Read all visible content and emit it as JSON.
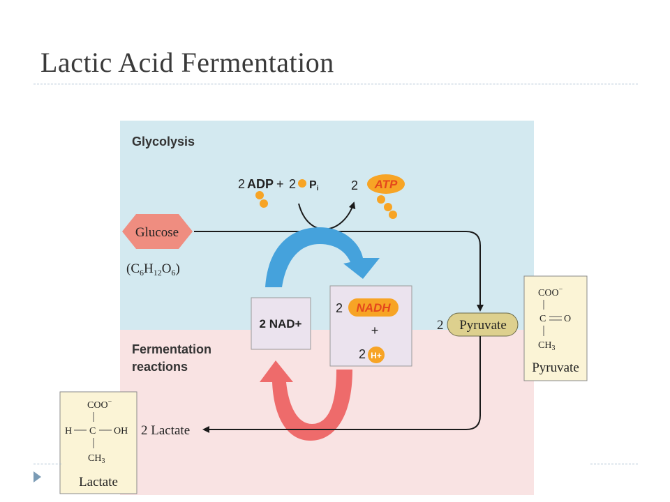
{
  "slide": {
    "title": "Lactic Acid Fermentation"
  },
  "diagram": {
    "region_top": "Glycolysis",
    "region_bottom_line1": "Fermentation",
    "region_bottom_line2": "reactions",
    "adp_coef": "2",
    "adp": "ADP",
    "plus1": "+",
    "pi_coef": "2",
    "pi": "P",
    "pi_sub": "i",
    "atp_coef": "2",
    "atp": "ATP",
    "glucose": "Glucose",
    "glucose_formula_pre": "(C",
    "glucose_sub1": "6",
    "glucose_h": "H",
    "glucose_sub2": "12",
    "glucose_o": "O",
    "glucose_sub3": "6",
    "glucose_formula_post": ")",
    "nad": "2 NAD+",
    "nadh_coef": "2",
    "nadh": "NADH",
    "plus2": "+",
    "h_coef": "2",
    "h": "H+",
    "pyruvate_coef": "2",
    "pyruvate": "Pyruvate",
    "lactate_label": "2 Lactate",
    "pyruvate_struct": {
      "coo": "COO",
      "coo_sup": "−",
      "c": "C",
      "eq": "=",
      "o": "O",
      "ch": "CH",
      "ch_sub": "3",
      "name": "Pyruvate"
    },
    "lactate_struct": {
      "coo": "COO",
      "coo_sup": "−",
      "h": "H",
      "c": "C",
      "oh": "OH",
      "ch": "CH",
      "ch_sub": "3",
      "name": "Lactate"
    }
  },
  "colors": {
    "glycolysis_bg": "#d3e9f0",
    "fermentation_bg": "#f9e3e3",
    "glucose": "#ef8d80",
    "pyruvate_oval": "#ddd08e",
    "struct_box": "#fbf4d6",
    "nad_box": "#ebe3ee",
    "blue_arrow": "#45a2dc",
    "red_arrow": "#ee6b6b",
    "energy": "#f7a425"
  }
}
